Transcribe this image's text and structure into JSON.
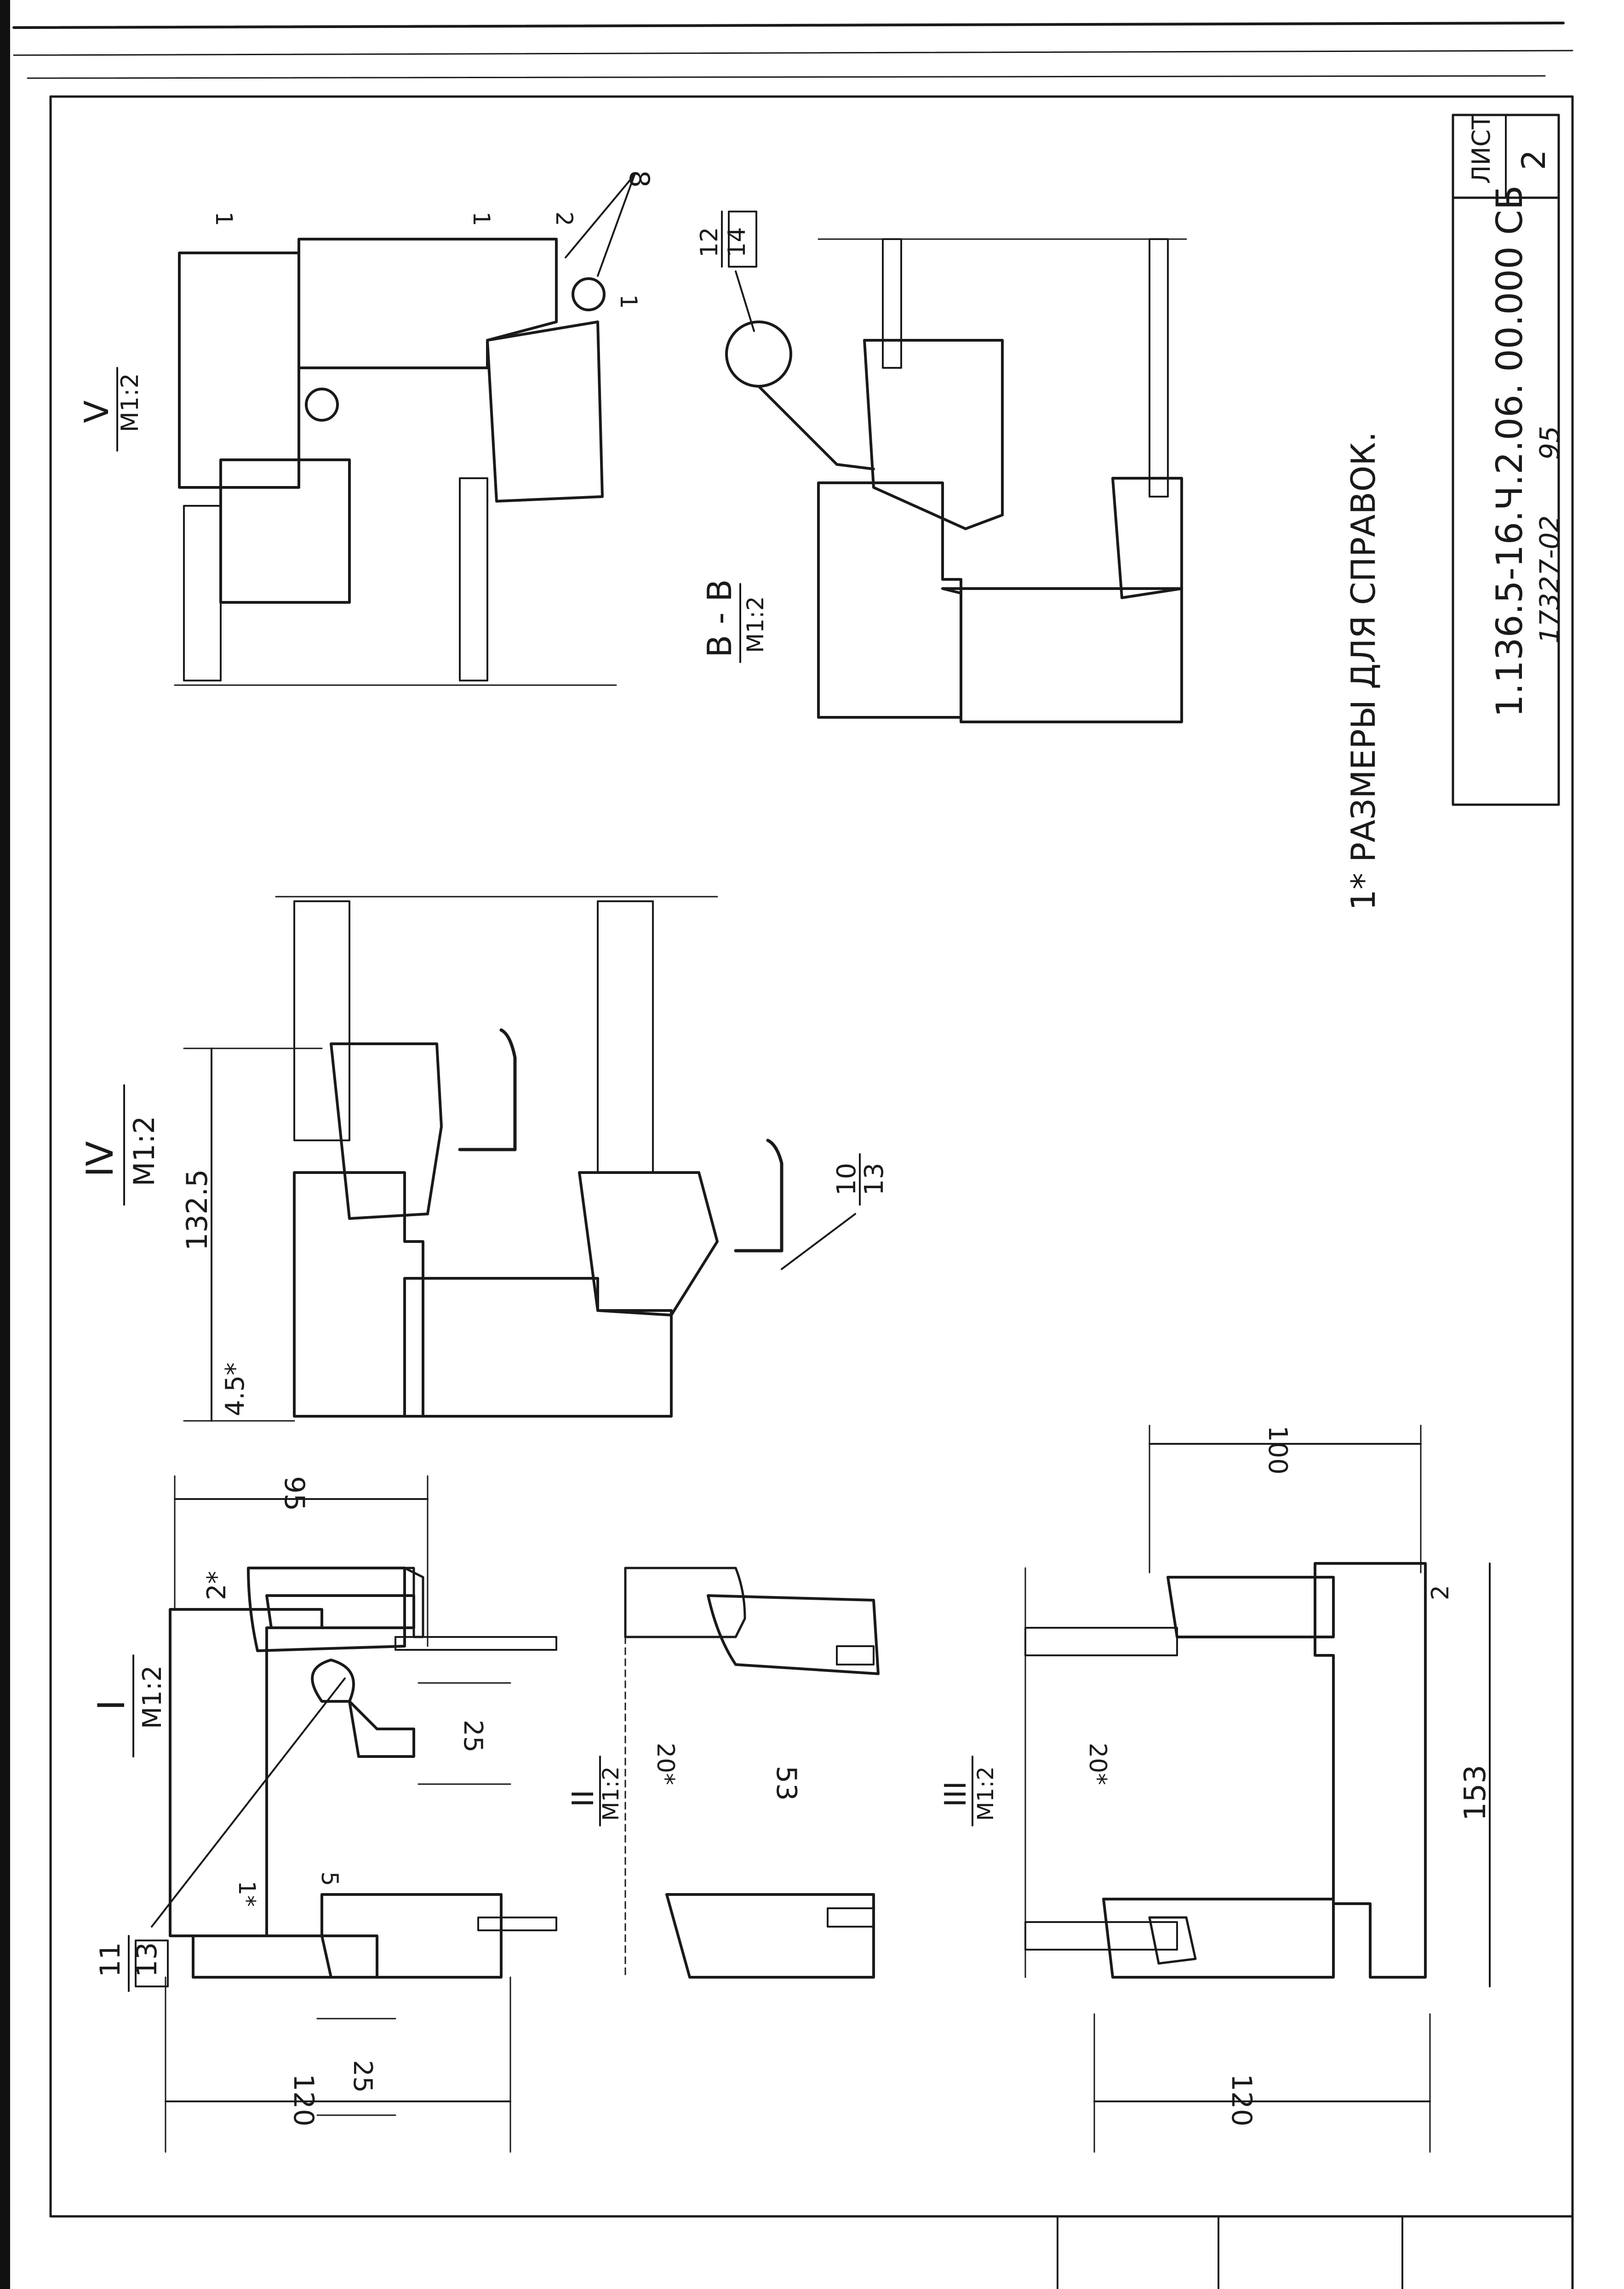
{
  "sheet": {
    "sheet_label": "ЛИСТ",
    "sheet_number": "2",
    "designation": "1.136.5-16.Ч.2.06. 00.000 СБ",
    "archive_number": "17327-02",
    "archive_extra": "95",
    "note": "1* РАЗМЕРЫ ДЛЯ СПРАВОК."
  },
  "views": {
    "I": {
      "title": "I",
      "scale": "М1:2",
      "dims": [
        "95",
        "2*",
        "25",
        "5",
        "1*",
        "25",
        "120"
      ],
      "callout_num": "11",
      "callout_den": "13"
    },
    "II": {
      "title": "II",
      "scale": "М1:2",
      "dims": [
        "20*",
        "53"
      ]
    },
    "III": {
      "title": "III",
      "scale": "М1:2",
      "dims": [
        "100",
        "2",
        "20*",
        "153",
        "120"
      ]
    },
    "IV": {
      "title": "IV",
      "scale": "М1:2",
      "dims": [
        "132.5",
        "4.5*"
      ],
      "callout_num": "10",
      "callout_den": "13"
    },
    "V": {
      "title": "V",
      "scale": "М1:2",
      "dims": [
        "1",
        "1",
        "2",
        "1"
      ],
      "callout": "8"
    },
    "BB": {
      "title": "В - В",
      "scale": "М1:2",
      "callout_num": "12",
      "callout_den": "14"
    }
  }
}
